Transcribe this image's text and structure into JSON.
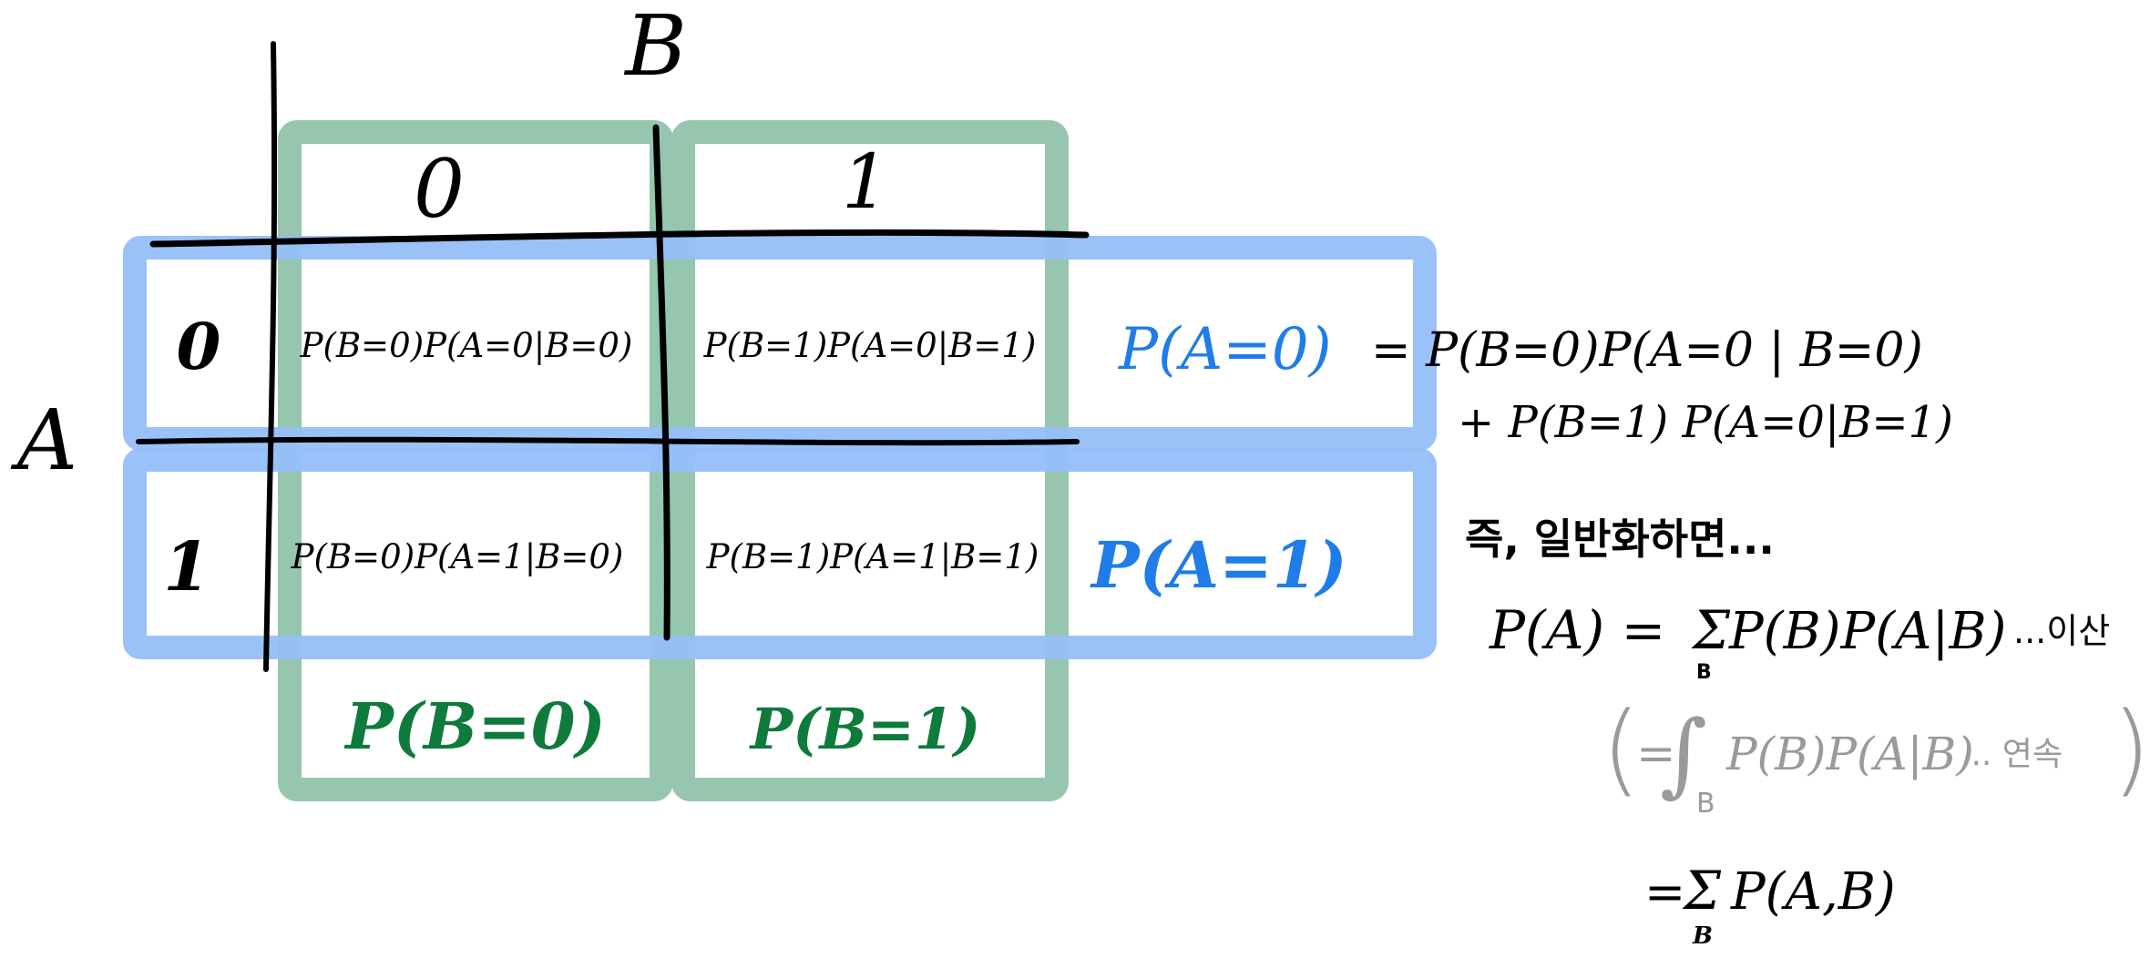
{
  "labels": {
    "col_var": "B",
    "row_var": "A",
    "col_0": "0",
    "col_1": "1",
    "row_0": "0",
    "row_1": "1"
  },
  "cells": {
    "a0_b0": "P(B=0)P(A=0|B=0)",
    "a0_b1": "P(B=1)P(A=0|B=1)",
    "a1_b0": "P(B=0)P(A=1|B=0)",
    "a1_b1": "P(B=1)P(A=1|B=1)"
  },
  "marginals": {
    "a0": "P(A=0)",
    "a1": "P(A=1)",
    "b0": "P(B=0)",
    "b1": "P(B=1)"
  },
  "notes": {
    "line1": "= P(B=0)P(A=0 | B=0)",
    "line2": "+ P(B=1) P(A=0|B=1)",
    "general": "즉, 일반화하면...",
    "disc_lhs": "P(A) =",
    "disc_sum": "Σ",
    "disc_sub": "B",
    "disc_rhs": "P(B)P(A|B)",
    "disc_note": "...이산",
    "cont_open": "(",
    "cont_eq": "=",
    "cont_int": "∫",
    "cont_sub": "B",
    "cont_rhs": "P(B)P(A|B)",
    "cont_note": "... 연속",
    "cont_close": ")",
    "joint_eq": "=",
    "joint_sum": "Σ",
    "joint_sub": "B",
    "joint_rhs": "P(A,B)"
  },
  "colors": {
    "ink": "#000000",
    "green_band": "#96c6ad",
    "green_text": "#0e7a3c",
    "blue_band": "#95bff9",
    "blue_text": "#1f7ce8",
    "gray": "#9a9a9a"
  }
}
